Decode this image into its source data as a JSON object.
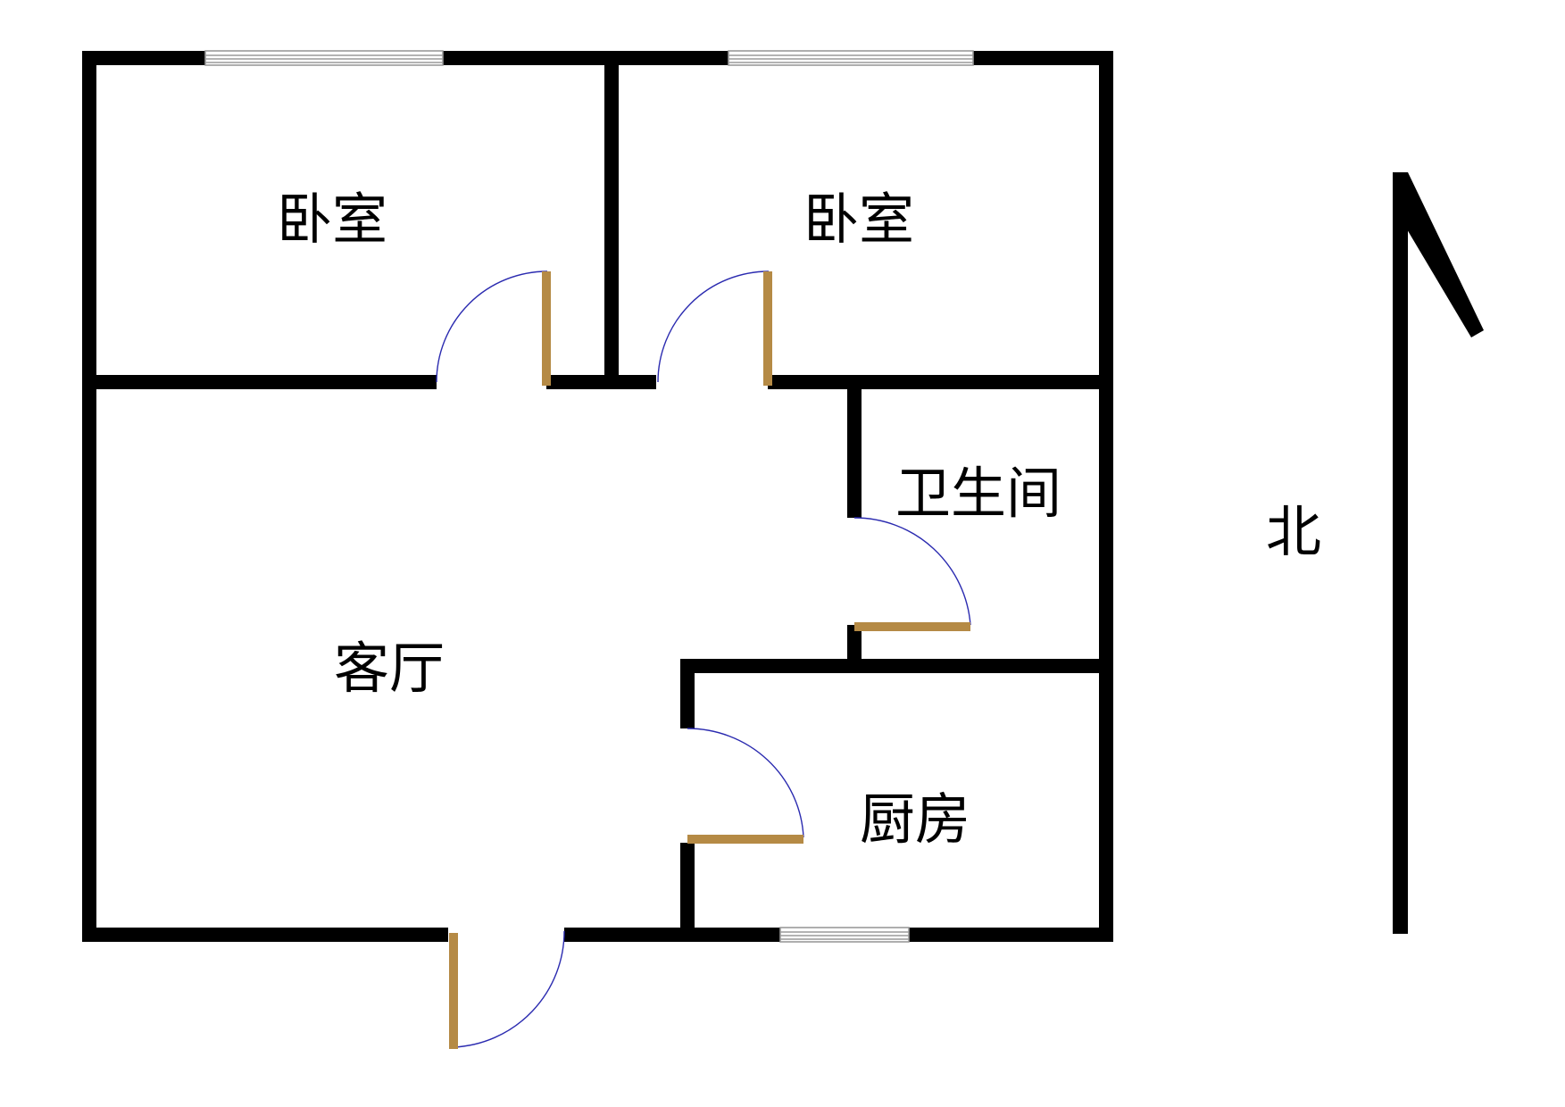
{
  "rooms": {
    "bedroom_1": "卧室",
    "bedroom_2": "卧室",
    "bathroom": "卫生间",
    "living_room": "客厅",
    "kitchen": "厨房"
  },
  "compass": {
    "label": "北"
  },
  "colors": {
    "wall": "#000000",
    "door_leaf": "#b58a45",
    "door_swing": "#2b2bb0",
    "window": "#9a9a9a",
    "background": "#ffffff"
  }
}
